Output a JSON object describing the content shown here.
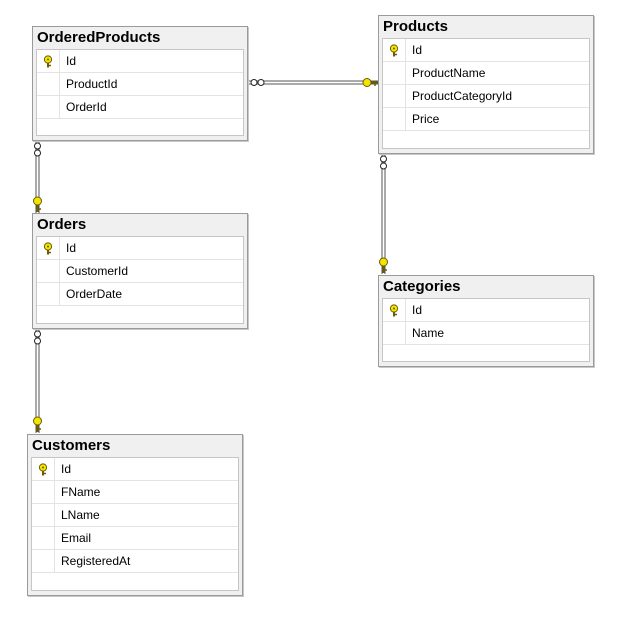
{
  "tables": [
    {
      "name": "OrderedProducts",
      "key_icon": "primary-key-icon",
      "columns": [
        {
          "name": "Id",
          "primary_key": true
        },
        {
          "name": "ProductId",
          "primary_key": false
        },
        {
          "name": "OrderId",
          "primary_key": false
        }
      ]
    },
    {
      "name": "Products",
      "key_icon": "primary-key-icon",
      "columns": [
        {
          "name": "Id",
          "primary_key": true
        },
        {
          "name": "ProductName",
          "primary_key": false
        },
        {
          "name": "ProductCategoryId",
          "primary_key": false
        },
        {
          "name": "Price",
          "primary_key": false
        }
      ]
    },
    {
      "name": "Orders",
      "key_icon": "primary-key-icon",
      "columns": [
        {
          "name": "Id",
          "primary_key": true
        },
        {
          "name": "CustomerId",
          "primary_key": false
        },
        {
          "name": "OrderDate",
          "primary_key": false
        }
      ]
    },
    {
      "name": "Categories",
      "key_icon": "primary-key-icon",
      "columns": [
        {
          "name": "Id",
          "primary_key": true
        },
        {
          "name": "Name",
          "primary_key": false
        }
      ]
    },
    {
      "name": "Customers",
      "key_icon": "primary-key-icon",
      "columns": [
        {
          "name": "Id",
          "primary_key": true
        },
        {
          "name": "FName",
          "primary_key": false
        },
        {
          "name": "LName",
          "primary_key": false
        },
        {
          "name": "Email",
          "primary_key": false
        },
        {
          "name": "RegisteredAt",
          "primary_key": false
        }
      ]
    }
  ],
  "relationships": [
    {
      "from": "OrderedProducts",
      "to": "Products",
      "from_end": "many",
      "to_end": "one"
    },
    {
      "from": "OrderedProducts",
      "to": "Orders",
      "from_end": "many",
      "to_end": "one"
    },
    {
      "from": "Products",
      "to": "Categories",
      "from_end": "many",
      "to_end": "one"
    },
    {
      "from": "Orders",
      "to": "Customers",
      "from_end": "many",
      "to_end": "one"
    }
  ],
  "colors": {
    "key_fill": "#f2e600",
    "key_stroke": "#6b5d00",
    "line": "#555555",
    "table_border": "#9a9a9a",
    "table_header": "#f0f0f0"
  }
}
